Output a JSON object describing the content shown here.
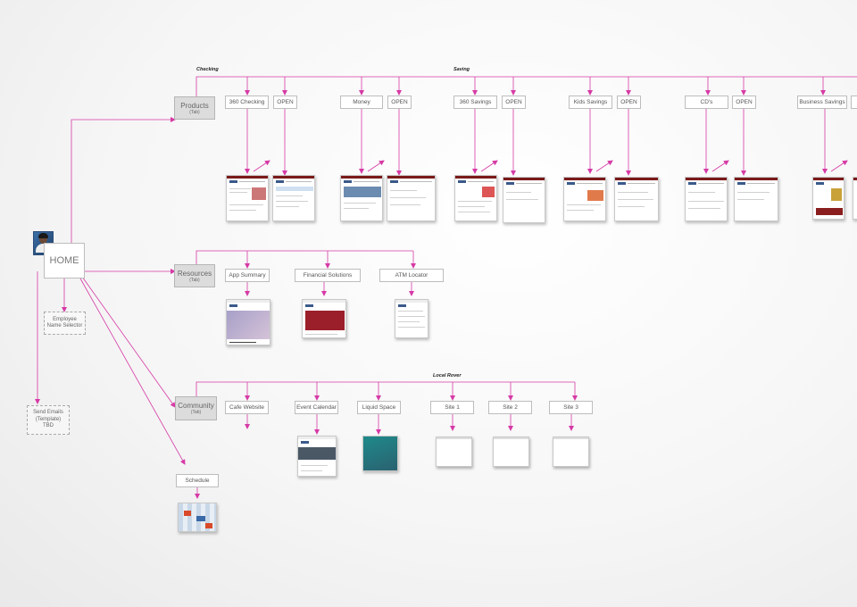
{
  "home": {
    "label": "HOME"
  },
  "employee_selector": {
    "line1": "Employee",
    "line2": "Name Selector"
  },
  "send_emails": {
    "line1": "Send Emails",
    "line2": "(Template)",
    "line3": "TBD"
  },
  "tabs": {
    "products": {
      "name": "Products",
      "sub": "(Tab)"
    },
    "resources": {
      "name": "Resources",
      "sub": "(Tab)"
    },
    "community": {
      "name": "Community",
      "sub": "(Tab)"
    }
  },
  "groups": {
    "checking": "Checking",
    "saving": "Saving",
    "local_rover": "Local Rover"
  },
  "product_nodes": [
    "360 Checking",
    "OPEN",
    "Money",
    "OPEN",
    "360 Savings",
    "OPEN",
    "Kids Savings",
    "OPEN",
    "CD's",
    "OPEN",
    "Business Savings"
  ],
  "resource_nodes": [
    "App Summary",
    "Financial Solutions",
    "ATM Locator"
  ],
  "community_nodes": [
    "Cafe Website",
    "Event Calendar",
    "Liquid Space",
    "Site 1",
    "Site 2",
    "Site 3"
  ],
  "schedule": {
    "label": "Schedule"
  },
  "colors": {
    "connector": "#d63aa6",
    "tab_fill": "#dcdcdc",
    "node_border": "#bdbdbd"
  }
}
